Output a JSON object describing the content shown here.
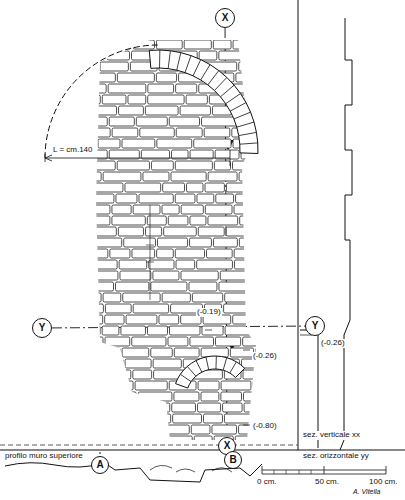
{
  "diagram": {
    "nodes": [
      {
        "text": [
          "X"
        ]
      },
      {
        "text": [
          "Y"
        ]
      },
      {
        "text": [
          "Y"
        ]
      },
      {
        "text": [
          "X"
        ]
      },
      {
        "text": [
          "A"
        ]
      },
      {
        "text": [
          "B"
        ]
      }
    ],
    "edges": [
      {
        "from": 0,
        "to": 3,
        "arrow": "none"
      },
      {
        "from": 1,
        "to": 2,
        "arrow": "none"
      }
    ],
    "labels": [
      "L = cm.140",
      "(-0.19)",
      "(-0.26)",
      "(-0.26)",
      "(-0.80)",
      "sez. verticale xx",
      "sez. orizzontale yy",
      "profilo muro superiore",
      "0 cm.",
      "50 cm.",
      "100 cm.",
      "A. Vitella"
    ]
  }
}
